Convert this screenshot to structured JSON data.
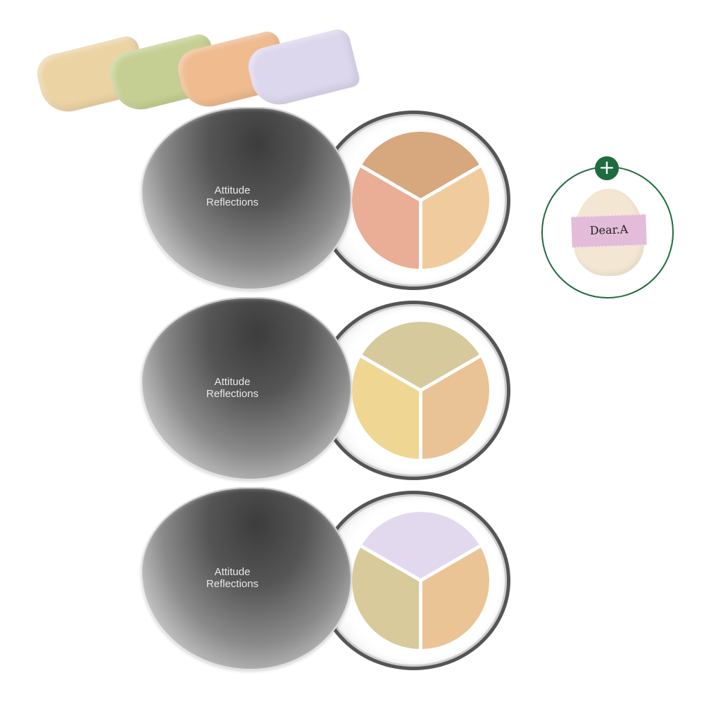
{
  "image": {
    "description": "Product photo: three Attitude Reflections tri-color concealer compacts with color swatches and a bonus Dear.A puff",
    "background": "#ffffff"
  },
  "swatches": [
    {
      "name": "beige",
      "color": "#ecd3a4"
    },
    {
      "name": "green",
      "color": "#c6cf93"
    },
    {
      "name": "peach",
      "color": "#efbb8f"
    },
    {
      "name": "lavender",
      "color": "#ddd7ee"
    }
  ],
  "compacts": [
    {
      "brand_line1": "Attitude",
      "brand_line2": "Reflections",
      "pan_colors": {
        "top": "#d7a77d",
        "left": "#e9ae95",
        "right": "#f0cb9e"
      }
    },
    {
      "brand_line1": "Attitude",
      "brand_line2": "Reflections",
      "pan_colors": {
        "top": "#d6c99b",
        "left": "#efd793",
        "right": "#e9c396"
      }
    },
    {
      "brand_line1": "Attitude",
      "brand_line2": "Reflections",
      "pan_colors": {
        "top": "#e3d9ef",
        "left": "#d8ca9a",
        "right": "#ebc495"
      }
    }
  ],
  "bonus": {
    "plus_symbol": "+",
    "puff_label": "Dear.A",
    "ring_color": "#1f6b3f",
    "ribbon_color": "#e2bcd8"
  }
}
